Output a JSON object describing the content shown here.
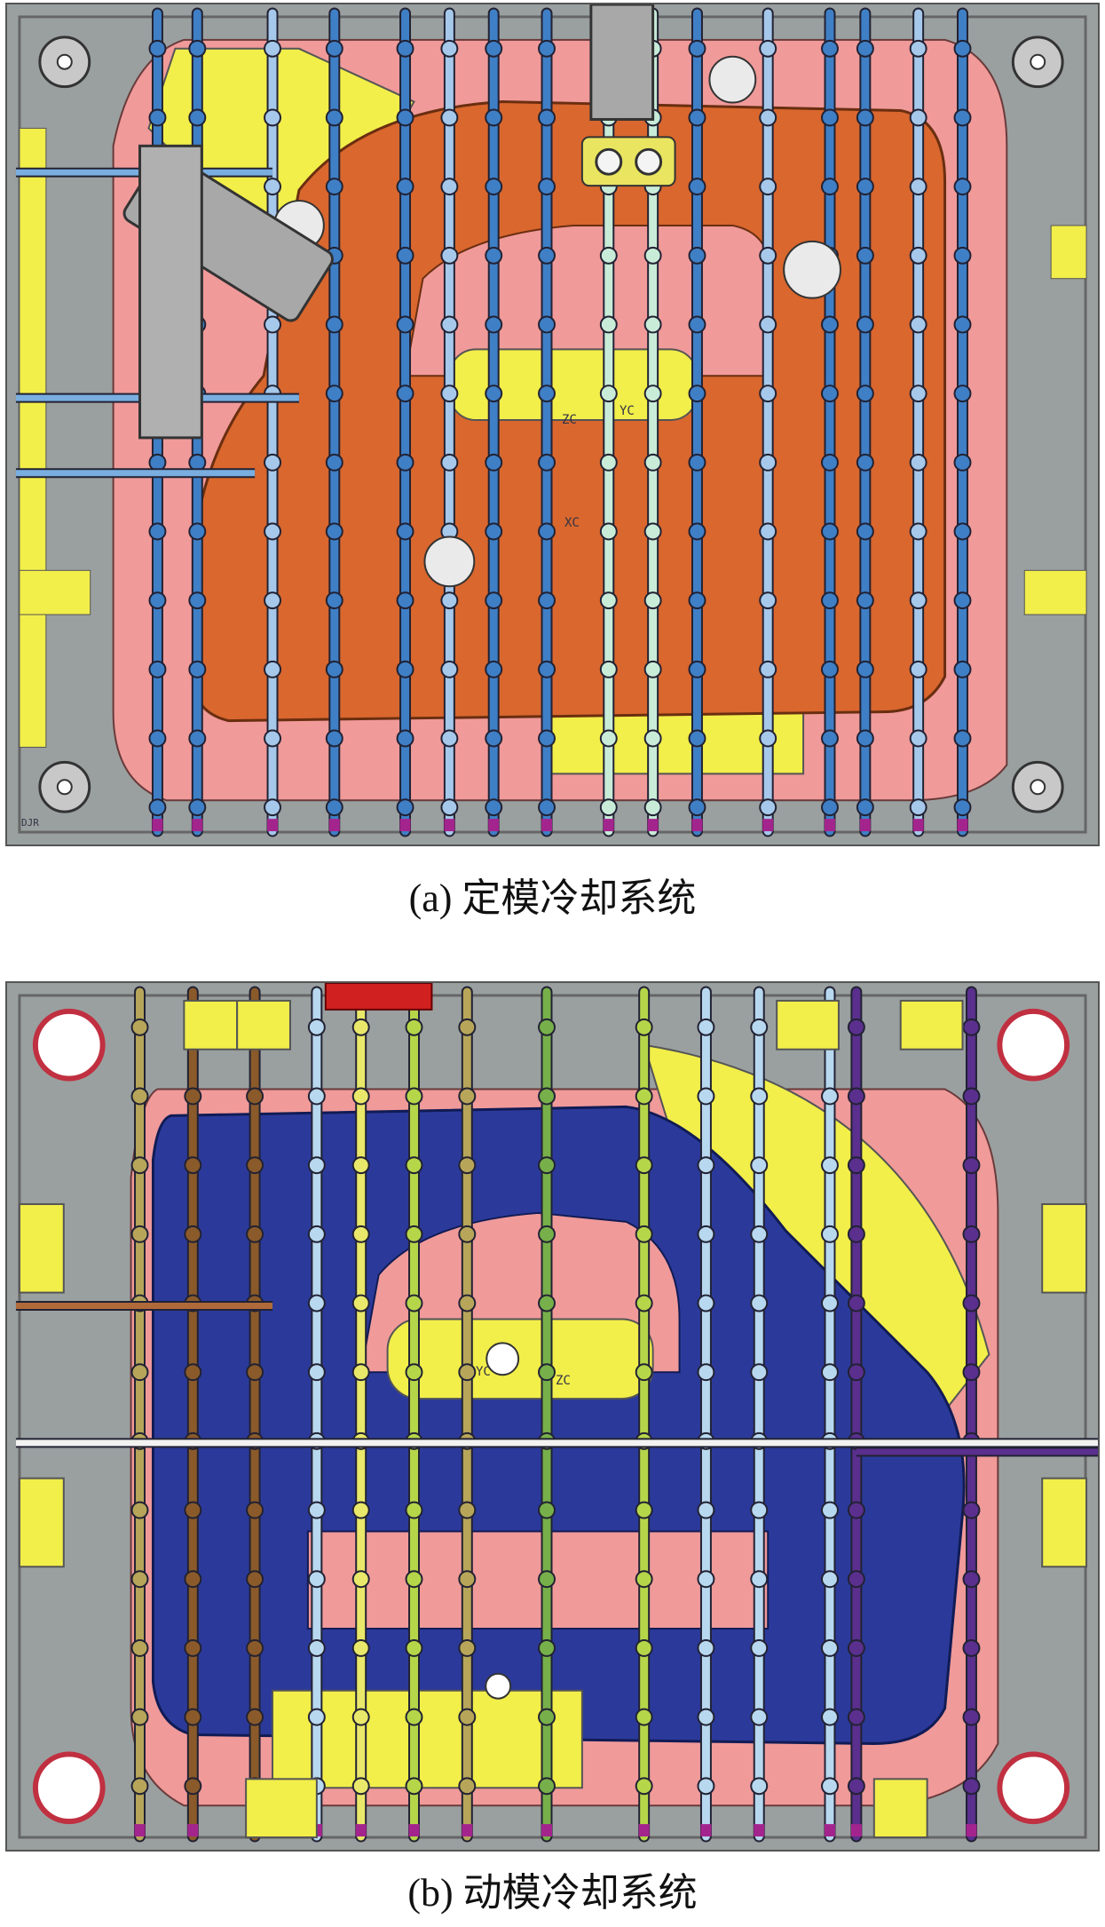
{
  "figure": {
    "panel_a": {
      "caption": "(a) 定模冷却系统",
      "axis_labels": {
        "zc": "ZC",
        "yc": "YC",
        "xc": "XC"
      },
      "corner_text": "DJR",
      "colors": {
        "plate": "#9aa0a0",
        "cavity_pink": "#f09a9a",
        "insert_yellow": "#f2ee4a",
        "core_orange": "#d9672e",
        "cooling_blue": "#3f7fc6",
        "cooling_light": "#c9ecd9",
        "port_magenta": "#a4248e"
      }
    },
    "panel_b": {
      "caption": "(b) 动模冷却系统",
      "axis_labels": {
        "yc": "YC",
        "zc": "ZC"
      },
      "colors": {
        "plate": "#9aa0a0",
        "cavity_pink": "#f09a9a",
        "insert_yellow": "#f2ee4a",
        "core_navy": "#2b3a9a",
        "line_olive": "#b7a65a",
        "line_brown": "#8a5a2a",
        "line_lightblue": "#b8d8ef",
        "line_green": "#77b04a",
        "line_lime": "#b6d64a",
        "line_purple": "#5a2f8e",
        "line_white": "#f2f2f2",
        "line_copper": "#b06a3a"
      }
    }
  }
}
